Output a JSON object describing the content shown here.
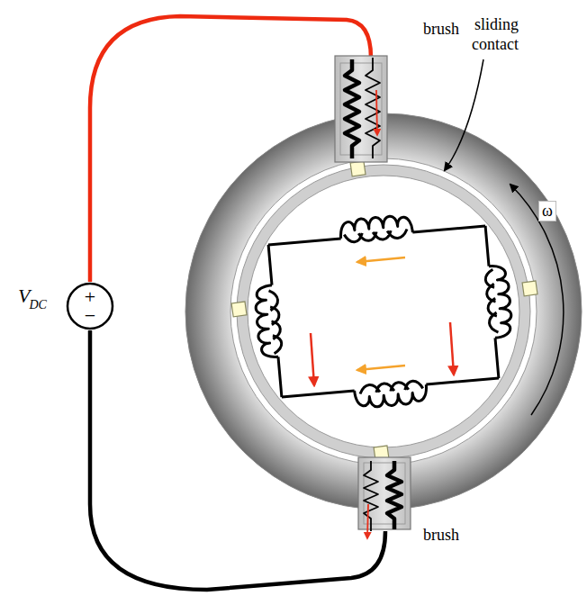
{
  "diagram": {
    "nodes": [
      {
        "text": [
          "+",
          "−"
        ]
      }
    ],
    "labels": [
      "brush",
      "sliding contact",
      "ω",
      "brush",
      "V",
      "DC"
    ]
  }
}
